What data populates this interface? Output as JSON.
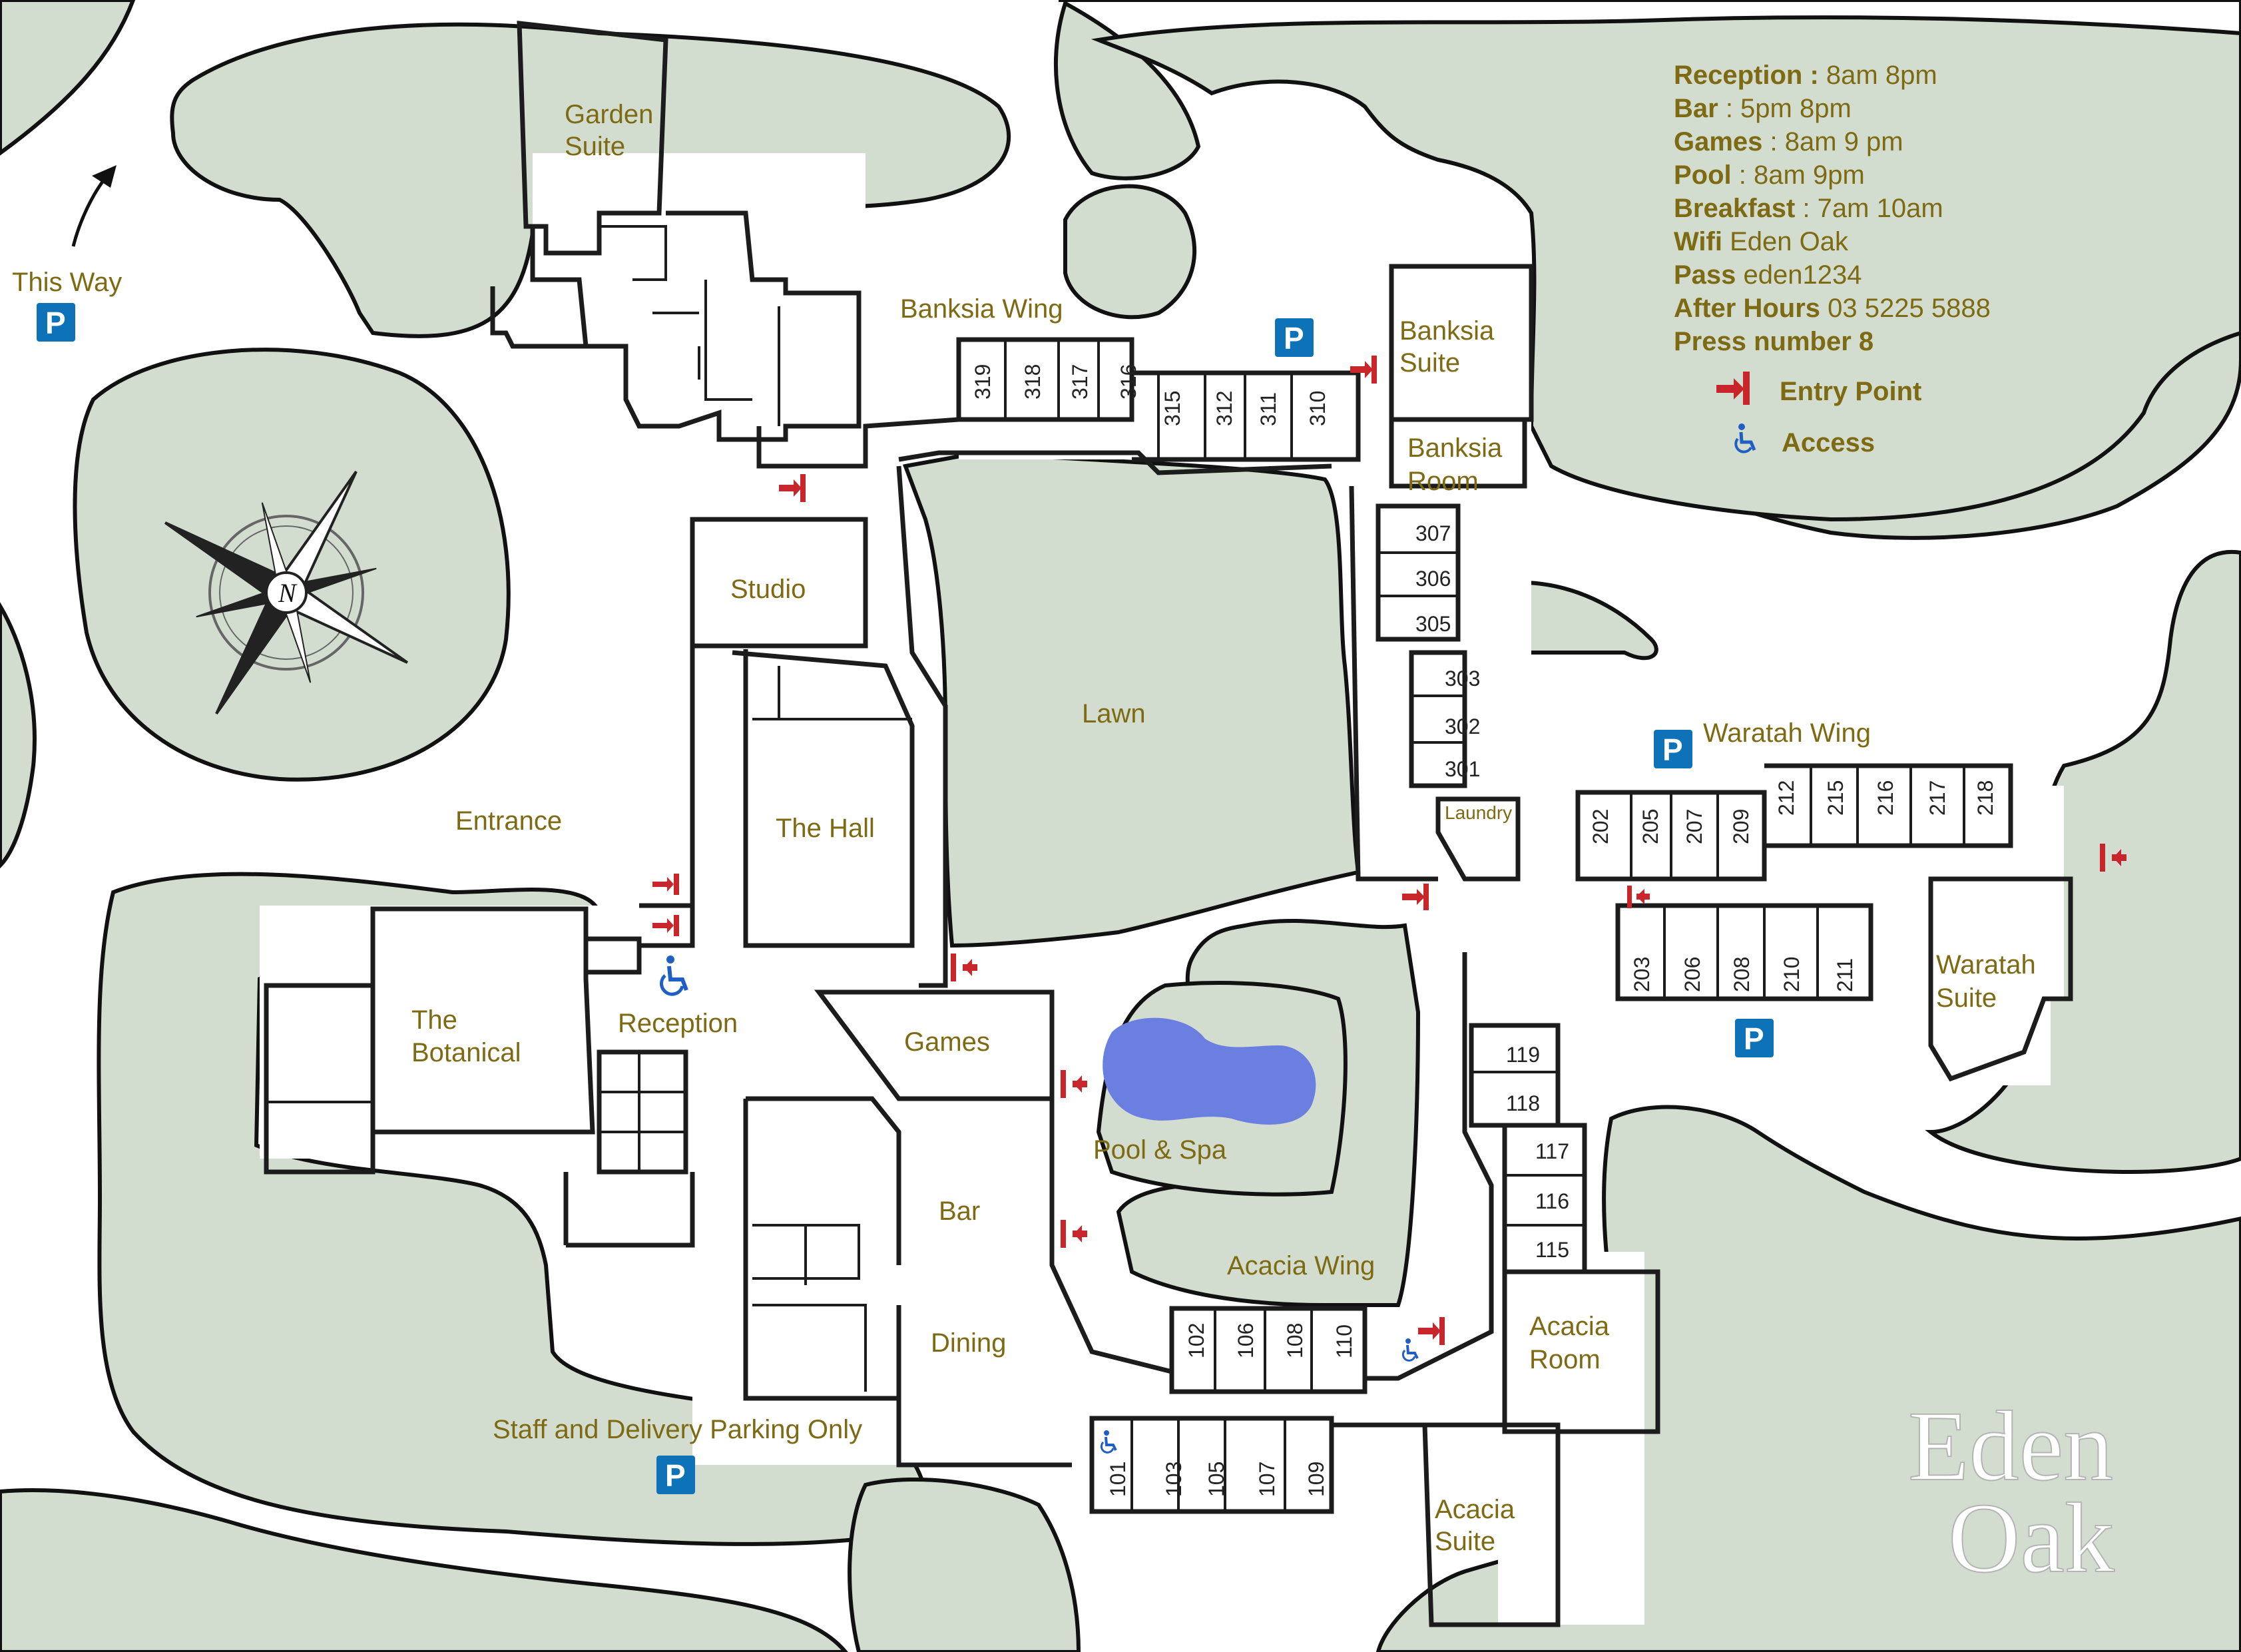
{
  "info": {
    "reception_label": "Reception :",
    "reception_value": "8am 8pm",
    "bar_label": "Bar",
    "bar_value": ": 5pm 8pm",
    "games_label": "Games",
    "games_value": ": 8am  9 pm",
    "pool_label": "Pool",
    "pool_value": ": 8am  9pm",
    "breakfast_label": "Breakfast",
    "breakfast_value": ": 7am 10am",
    "wifi_label": "Wifi",
    "wifi_value": "Eden Oak",
    "pass_label": "Pass",
    "pass_value": "eden1234",
    "afterhours_label": "After Hours",
    "afterhours_value": "03 5225 5888",
    "press_label": "Press number 8"
  },
  "legend": {
    "entry_point": "Entry Point",
    "access": "Access"
  },
  "areas": {
    "garden_suite_1": "Garden",
    "garden_suite_2": "Suite",
    "this_way": "This Way",
    "banksia_wing": "Banksia Wing",
    "banksia_suite_1": "Banksia",
    "banksia_suite_2": "Suite",
    "banksia_room_1": "Banksia",
    "banksia_room_2": "Room",
    "studio": "Studio",
    "lawn": "Lawn",
    "the_hall": "The Hall",
    "entrance": "Entrance",
    "the_botanical_1": "The",
    "the_botanical_2": "Botanical",
    "reception": "Reception",
    "games": "Games",
    "pool_spa": "Pool & Spa",
    "bar": "Bar",
    "dining": "Dining",
    "acacia_wing": "Acacia Wing",
    "acacia_room_1": "Acacia",
    "acacia_room_2": "Room",
    "acacia_suite_1": "Acacia",
    "acacia_suite_2": "Suite",
    "waratah_wing": "Waratah Wing",
    "waratah_suite_1": "Waratah",
    "waratah_suite_2": "Suite",
    "laundry": "Laundry",
    "staff_parking": "Staff and Delivery Parking Only"
  },
  "rooms": {
    "banksia_upper": [
      "319",
      "318",
      "317",
      "316"
    ],
    "banksia_lower": [
      "315",
      "312",
      "311",
      "310"
    ],
    "banksia_column": [
      "307",
      "306",
      "305",
      "303",
      "302",
      "301"
    ],
    "waratah_top_left": [
      "202",
      "205",
      "207",
      "209"
    ],
    "waratah_top_right": [
      "212",
      "215",
      "216",
      "217",
      "218"
    ],
    "waratah_bottom": [
      "203",
      "206",
      "208",
      "210",
      "211"
    ],
    "acacia_column": [
      "119",
      "118",
      "117",
      "116",
      "115"
    ],
    "acacia_upper": [
      "102",
      "106",
      "108",
      "110"
    ],
    "acacia_lower": [
      "101",
      "103",
      "105",
      "107",
      "109"
    ]
  },
  "parking_symbol": "P",
  "compass_letter": "N",
  "brand": {
    "line1": "Eden",
    "line2": "Oak"
  },
  "colors": {
    "lawn_green": "#d3ddcf",
    "label_olive": "#7d6a12",
    "parking_blue": "#0d72b7",
    "entry_red": "#c8262b",
    "access_blue": "#1f5fc4",
    "pool_blue": "#6b7fe0"
  },
  "icons": [
    "north-arrow-icon",
    "compass-rose-icon",
    "parking-icon",
    "entry-point-icon",
    "accessible-icon"
  ]
}
